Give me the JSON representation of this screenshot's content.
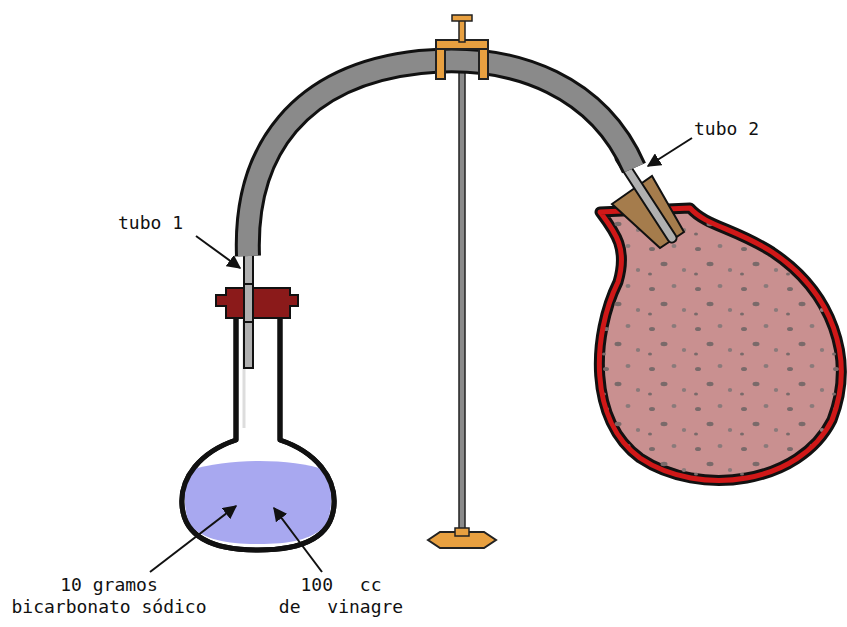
{
  "diagram": {
    "labels": [
      "tubo 1",
      "tubo 2",
      "10 gramos bicarbonato sódico",
      "100 cc de vinagre"
    ]
  }
}
